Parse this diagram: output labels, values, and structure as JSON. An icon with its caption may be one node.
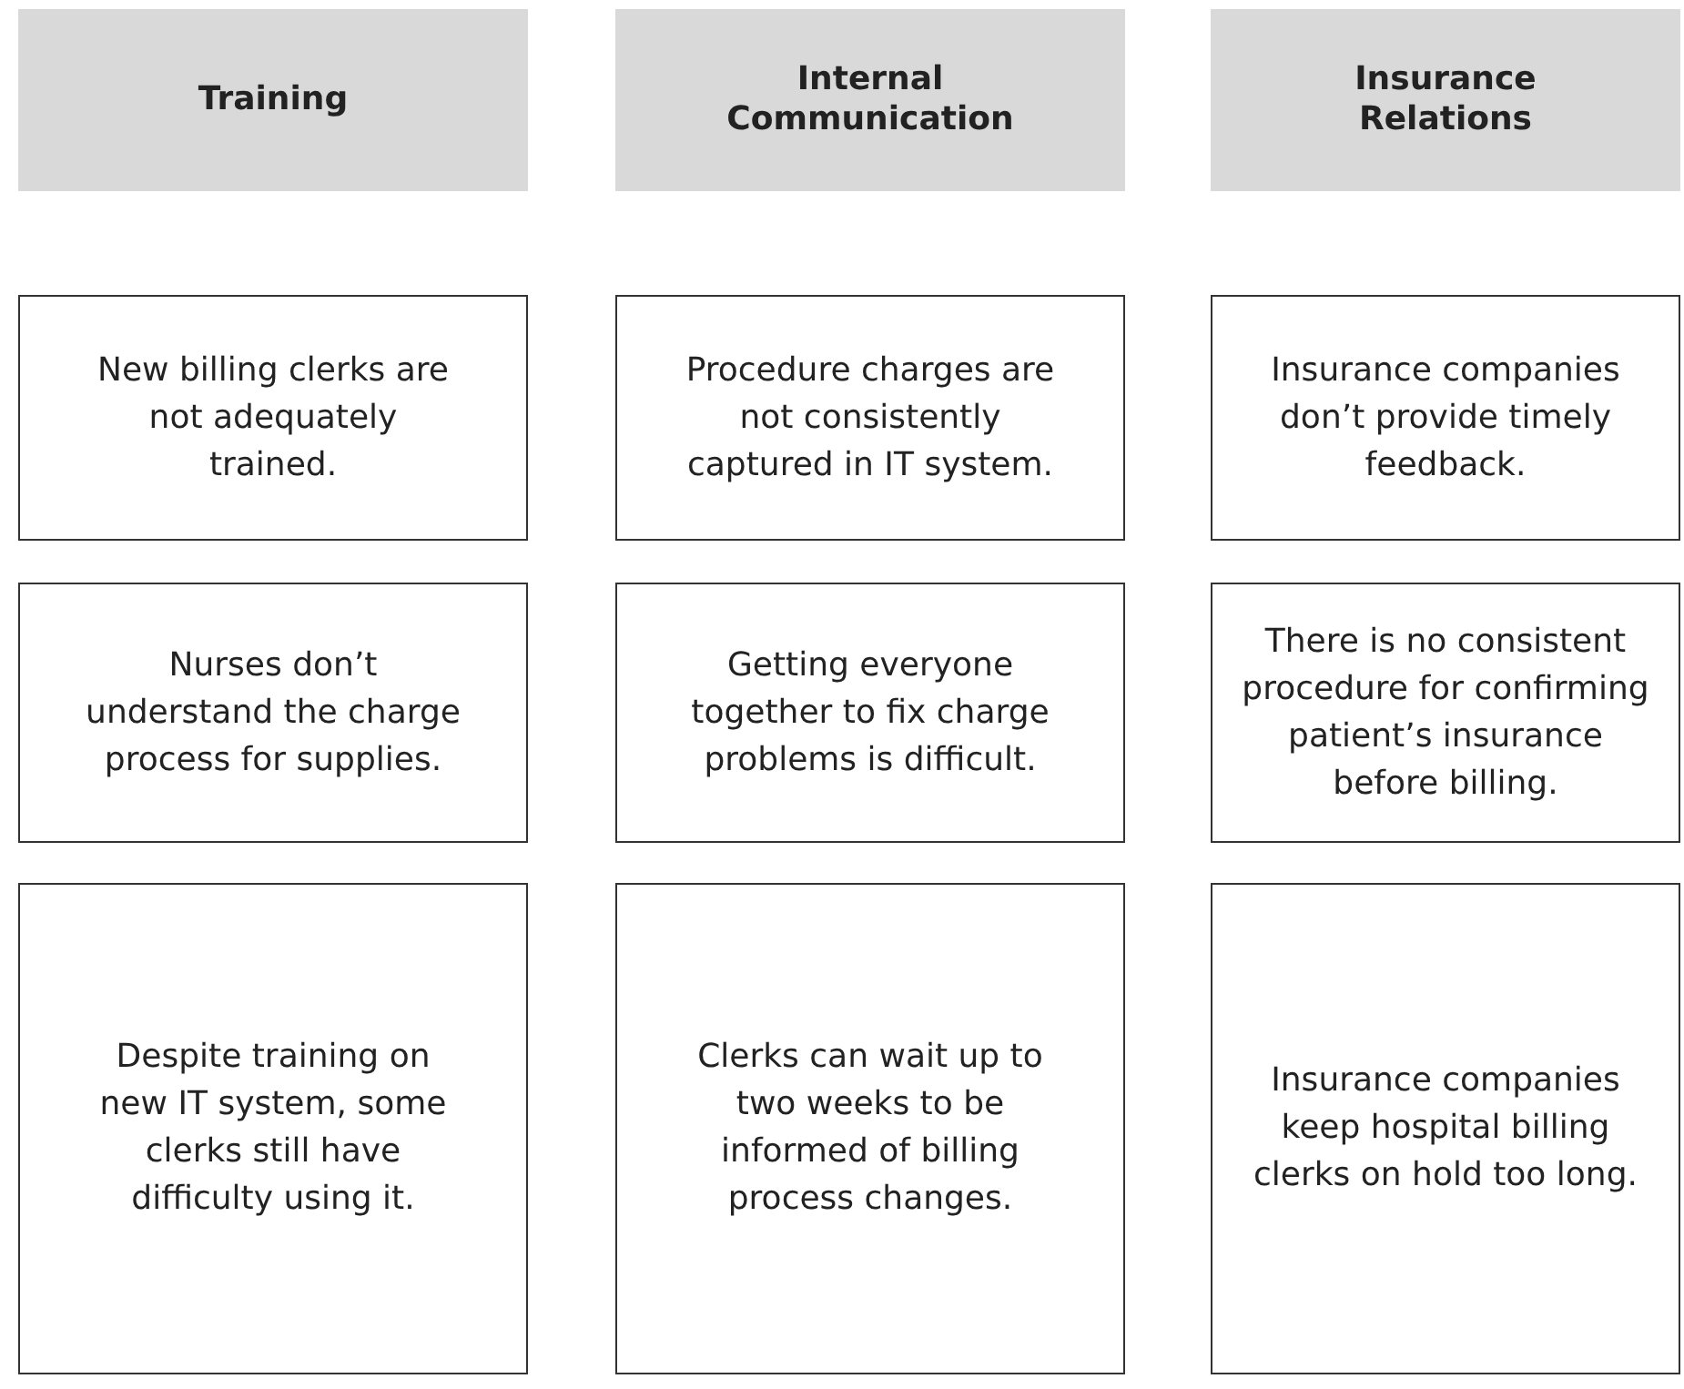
{
  "diagram": {
    "nodes": [
      {
        "text": [
          "Training"
        ]
      },
      {
        "text": [
          "Internal Communication"
        ]
      },
      {
        "text": [
          "Insurance Relations"
        ]
      },
      {
        "text": [
          "New billing clerks are not adequately trained."
        ]
      },
      {
        "text": [
          "Procedure charges are not consistently captured in IT system."
        ]
      },
      {
        "text": [
          "Insurance companies don’t provide timely feedback."
        ]
      },
      {
        "text": [
          "Nurses don’t understand the charge process for supplies."
        ]
      },
      {
        "text": [
          "Getting everyone together to fix charge problems is difficult."
        ]
      },
      {
        "text": [
          "There is no consistent procedure for confirming patient’s insurance before billing."
        ]
      },
      {
        "text": [
          "Despite training on new IT system, some clerks still have difficulty using it."
        ]
      },
      {
        "text": [
          "Clerks can wait up to two weeks to be informed of billing process changes."
        ]
      },
      {
        "text": [
          "Insurance companies keep hospital billing clerks on hold too long."
        ]
      }
    ]
  }
}
